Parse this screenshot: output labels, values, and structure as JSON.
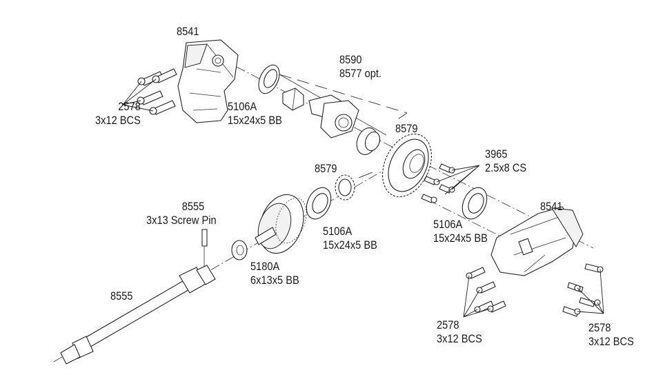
{
  "diagram": {
    "title": "Exploded view – rear gearbox / differential assembly",
    "callouts": [
      {
        "id": "housing-top",
        "lines": [
          "8541"
        ]
      },
      {
        "id": "screws-top-left",
        "lines": [
          "2578",
          "3x12 BCS"
        ]
      },
      {
        "id": "bearing-top",
        "lines": [
          "5106A",
          "15x24x5 BB"
        ]
      },
      {
        "id": "output-cup",
        "lines": [
          "8590",
          "8577 opt."
        ]
      },
      {
        "id": "ring-gear",
        "lines": [
          "8579"
        ]
      },
      {
        "id": "ring-gear-screws",
        "lines": [
          "3965",
          "2.5x8 CS"
        ]
      },
      {
        "id": "pinion-gear",
        "lines": [
          "8579"
        ]
      },
      {
        "id": "bearing-mid",
        "lines": [
          "5106A",
          "15x24x5 BB"
        ]
      },
      {
        "id": "bearing-right",
        "lines": [
          "5106A",
          "15x24x5 BB"
        ]
      },
      {
        "id": "housing-bottom",
        "lines": [
          "8541"
        ]
      },
      {
        "id": "screw-pin",
        "lines": [
          "8555",
          "3x13 Screw Pin"
        ]
      },
      {
        "id": "small-bearing",
        "lines": [
          "5180A",
          "6x13x5 BB"
        ]
      },
      {
        "id": "driveshaft",
        "lines": [
          "8555"
        ]
      },
      {
        "id": "screws-bottom-left",
        "lines": [
          "2578",
          "3x12 BCS"
        ]
      },
      {
        "id": "screws-bottom-right",
        "lines": [
          "2578",
          "3x12 BCS"
        ]
      }
    ]
  }
}
